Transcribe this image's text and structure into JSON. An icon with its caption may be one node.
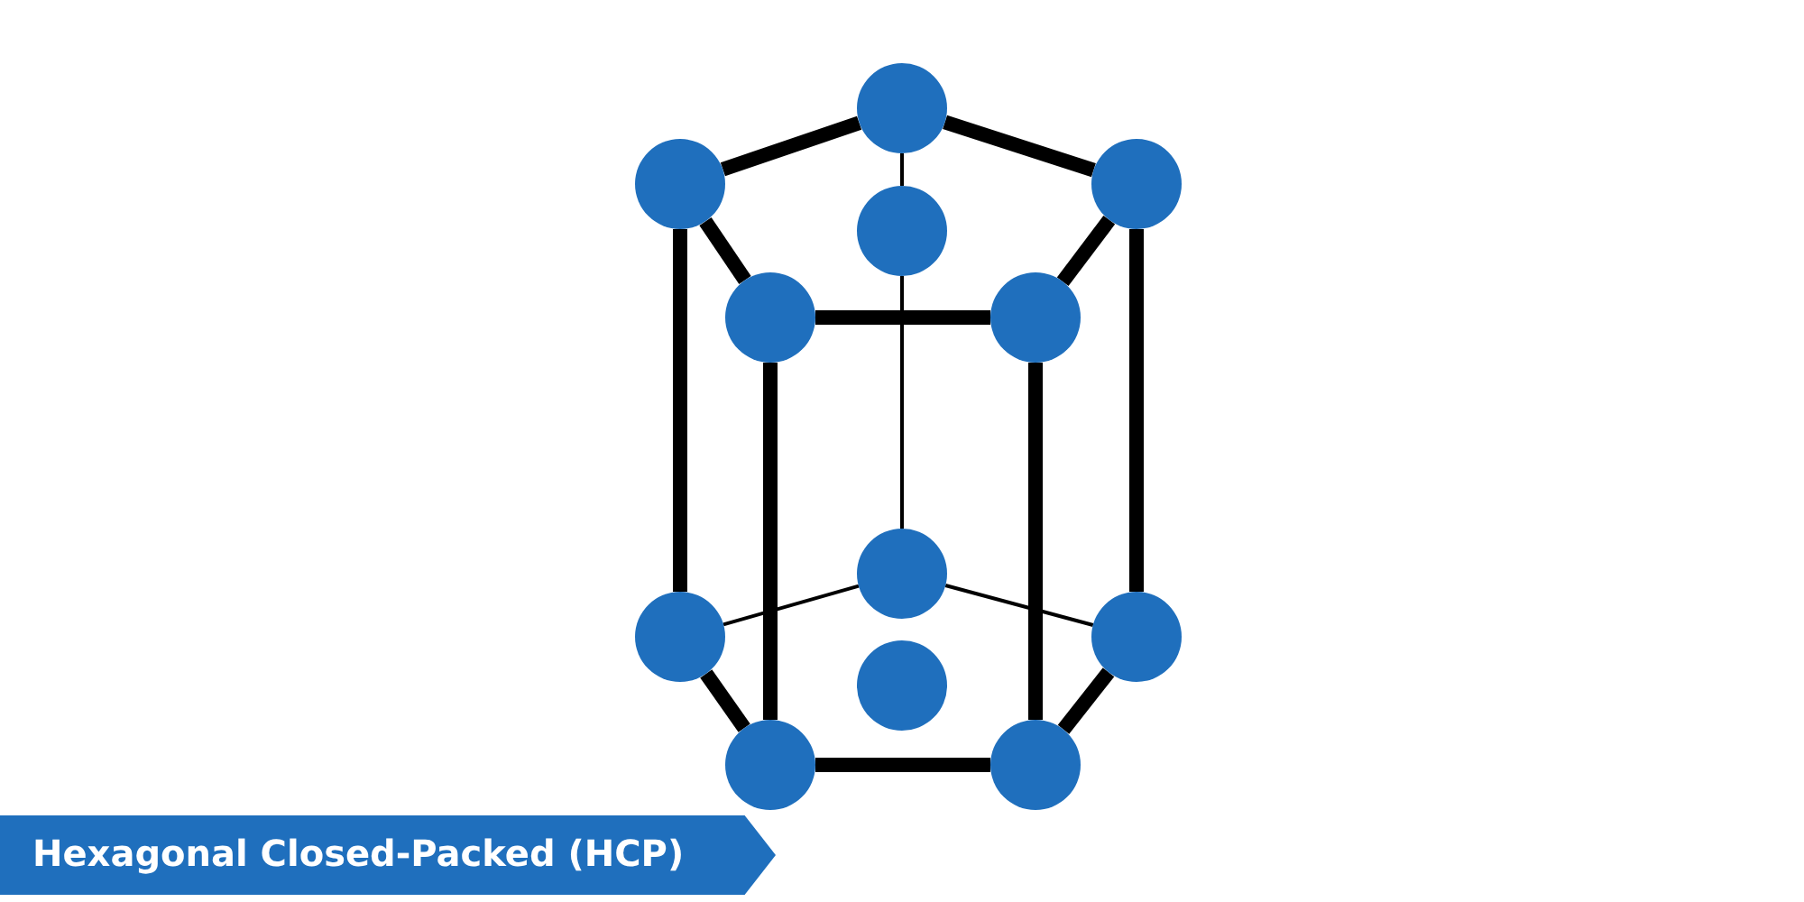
{
  "diagram": {
    "title": "Hexagonal Closed-Packed (HCP)",
    "nodes": [
      {
        "text": [],
        "shape": "circle"
      },
      {
        "text": [],
        "shape": "circle"
      },
      {
        "text": [],
        "shape": "circle"
      },
      {
        "text": [],
        "shape": "circle"
      },
      {
        "text": [],
        "shape": "circle"
      },
      {
        "text": [],
        "shape": "circle"
      },
      {
        "text": [],
        "shape": "circle"
      },
      {
        "text": [],
        "shape": "circle"
      },
      {
        "text": [],
        "shape": "circle"
      },
      {
        "text": [],
        "shape": "circle"
      },
      {
        "text": [],
        "shape": "circle"
      },
      {
        "text": [],
        "shape": "circle"
      }
    ],
    "edges": [
      {
        "from": 1,
        "to": 0,
        "arrow": "none"
      },
      {
        "from": 0,
        "to": 2,
        "arrow": "none"
      },
      {
        "from": 1,
        "to": 4,
        "arrow": "none"
      },
      {
        "from": 2,
        "to": 5,
        "arrow": "none"
      },
      {
        "from": 4,
        "to": 5,
        "arrow": "none"
      },
      {
        "from": 0,
        "to": 3,
        "arrow": "none"
      },
      {
        "from": 3,
        "to": 6,
        "arrow": "none"
      },
      {
        "from": 1,
        "to": 7,
        "arrow": "none"
      },
      {
        "from": 2,
        "to": 8,
        "arrow": "none"
      },
      {
        "from": 4,
        "to": 10,
        "arrow": "none"
      },
      {
        "from": 5,
        "to": 11,
        "arrow": "none"
      },
      {
        "from": 6,
        "to": 7,
        "arrow": "none"
      },
      {
        "from": 6,
        "to": 8,
        "arrow": "none"
      },
      {
        "from": 7,
        "to": 10,
        "arrow": "none"
      },
      {
        "from": 10,
        "to": 11,
        "arrow": "none"
      },
      {
        "from": 11,
        "to": 8,
        "arrow": "none"
      }
    ]
  }
}
